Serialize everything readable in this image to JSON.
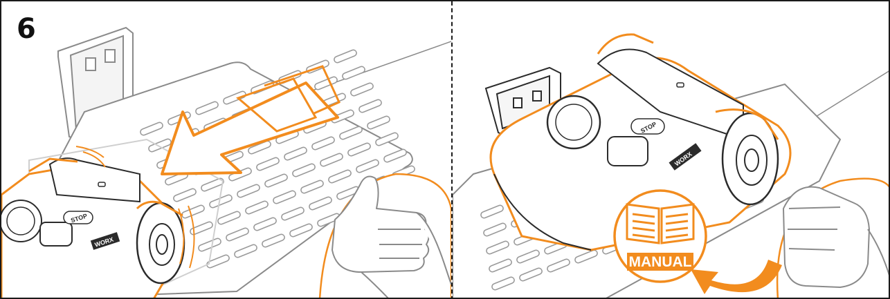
{
  "step": {
    "number": "6"
  },
  "labels": {
    "manual": "MANUAL",
    "stop": "STOP",
    "brand": "WORX"
  },
  "colors": {
    "accent": "#F28C1E",
    "line": "#8A8A8A",
    "dark": "#2B2B2B",
    "ghost": "#C8C8C8"
  },
  "icons": {
    "move_direction": "arrow-icon",
    "thumbs_up": "thumbs-up-icon",
    "manual": "book-icon",
    "return_arrow": "curved-arrow-icon"
  }
}
